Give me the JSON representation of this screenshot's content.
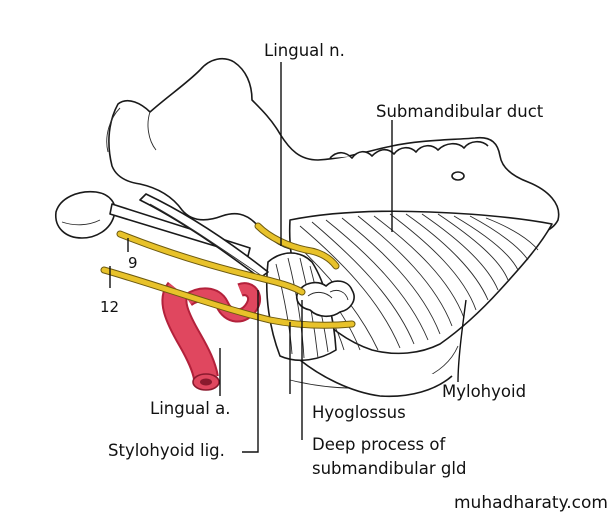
{
  "labels": {
    "lingual_nerve": "Lingual n.",
    "submandibular_duct": "Submandibular duct",
    "nerve_9": "9",
    "nerve_12": "12",
    "mylohyoid": "Mylohyoid",
    "lingual_artery": "Lingual a.",
    "hyoglossus": "Hyoglossus",
    "stylohyoid_ligament": "Stylohyoid lig.",
    "deep_process_line1": "Deep process of",
    "deep_process_line2": "submandibular gld"
  },
  "watermark": "muhadharaty.com",
  "colors": {
    "nerve": "#e8c22a",
    "artery": "#e0475f",
    "artery_dark": "#b3213b",
    "outline": "#1a1a1a"
  }
}
